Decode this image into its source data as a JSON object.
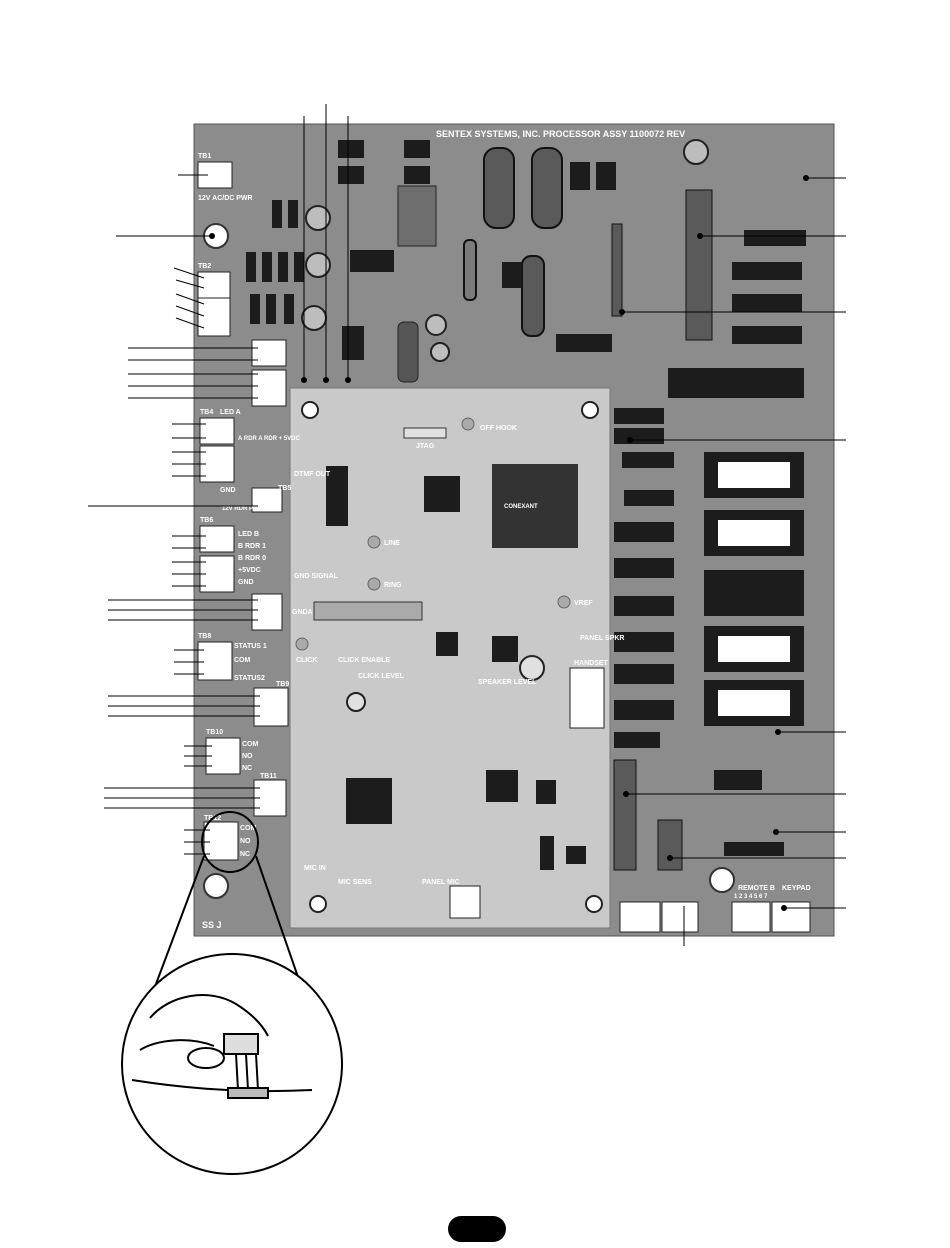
{
  "board": {
    "title": "SENTEX SYSTEMS, INC. PROCESSOR ASSY 1100072 REV",
    "corner_text": "SS J",
    "colors": {
      "board": "#8c8c8c",
      "daughter": "#c9c9c9",
      "chip": "#1c1c1c",
      "leader": "#000000"
    }
  },
  "left_labels": {
    "tb1": "TB1",
    "ac_pwr": "12V AC/DC PWR",
    "tb2": "TB2",
    "tb4": "TB4",
    "led_a": "LED A",
    "rdr_a": "A RDR A RDR + 5VDC",
    "gnd": "GND",
    "tb5": "TB5",
    "rdr_pwr": "12V RDR PWR",
    "tb6": "TB6",
    "led_b": "LED B",
    "b_rdr_1": "B RDR 1",
    "b_rdr_0": "B RDR 0",
    "vdc5": "+5VDC",
    "gnd2": "GND",
    "tb8": "TB8",
    "status1": "STATUS 1",
    "com": "COM",
    "status2": "STATUS2",
    "tb9": "TB9",
    "tb10": "TB10",
    "com2": "COM",
    "no": "NO",
    "nc": "NC",
    "tb11": "TB11",
    "tb12": "TB12",
    "com3": "COM",
    "no3": "NO",
    "nc3": "NC"
  },
  "daughter_labels": {
    "jtag": "JTAG",
    "off_hook": "OFF HOOK",
    "dtmf_out": "DTMF OUT",
    "line": "LINE",
    "ring": "RING",
    "gnd_signal": "GND SIGNAL",
    "gnda": "GNDA",
    "vref": "VREF",
    "panel_spkr": "PANEL SPKR",
    "handset": "HANDSET",
    "click": "CLICK",
    "click_enable": "CLICK ENABLE",
    "click_level": "CLICK LEVEL",
    "speaker_level": "SPEAKER LEVEL",
    "mic_in": "MIC IN",
    "mic_sens": "MIC SENS",
    "panel_mic": "PANEL MIC",
    "conexant": "CONEXANT"
  },
  "right_labels": {
    "remote_b": "REMOTE B",
    "keypad": "KEYPAD",
    "keypad_pins": "1 2 3 4 5 6 7"
  }
}
